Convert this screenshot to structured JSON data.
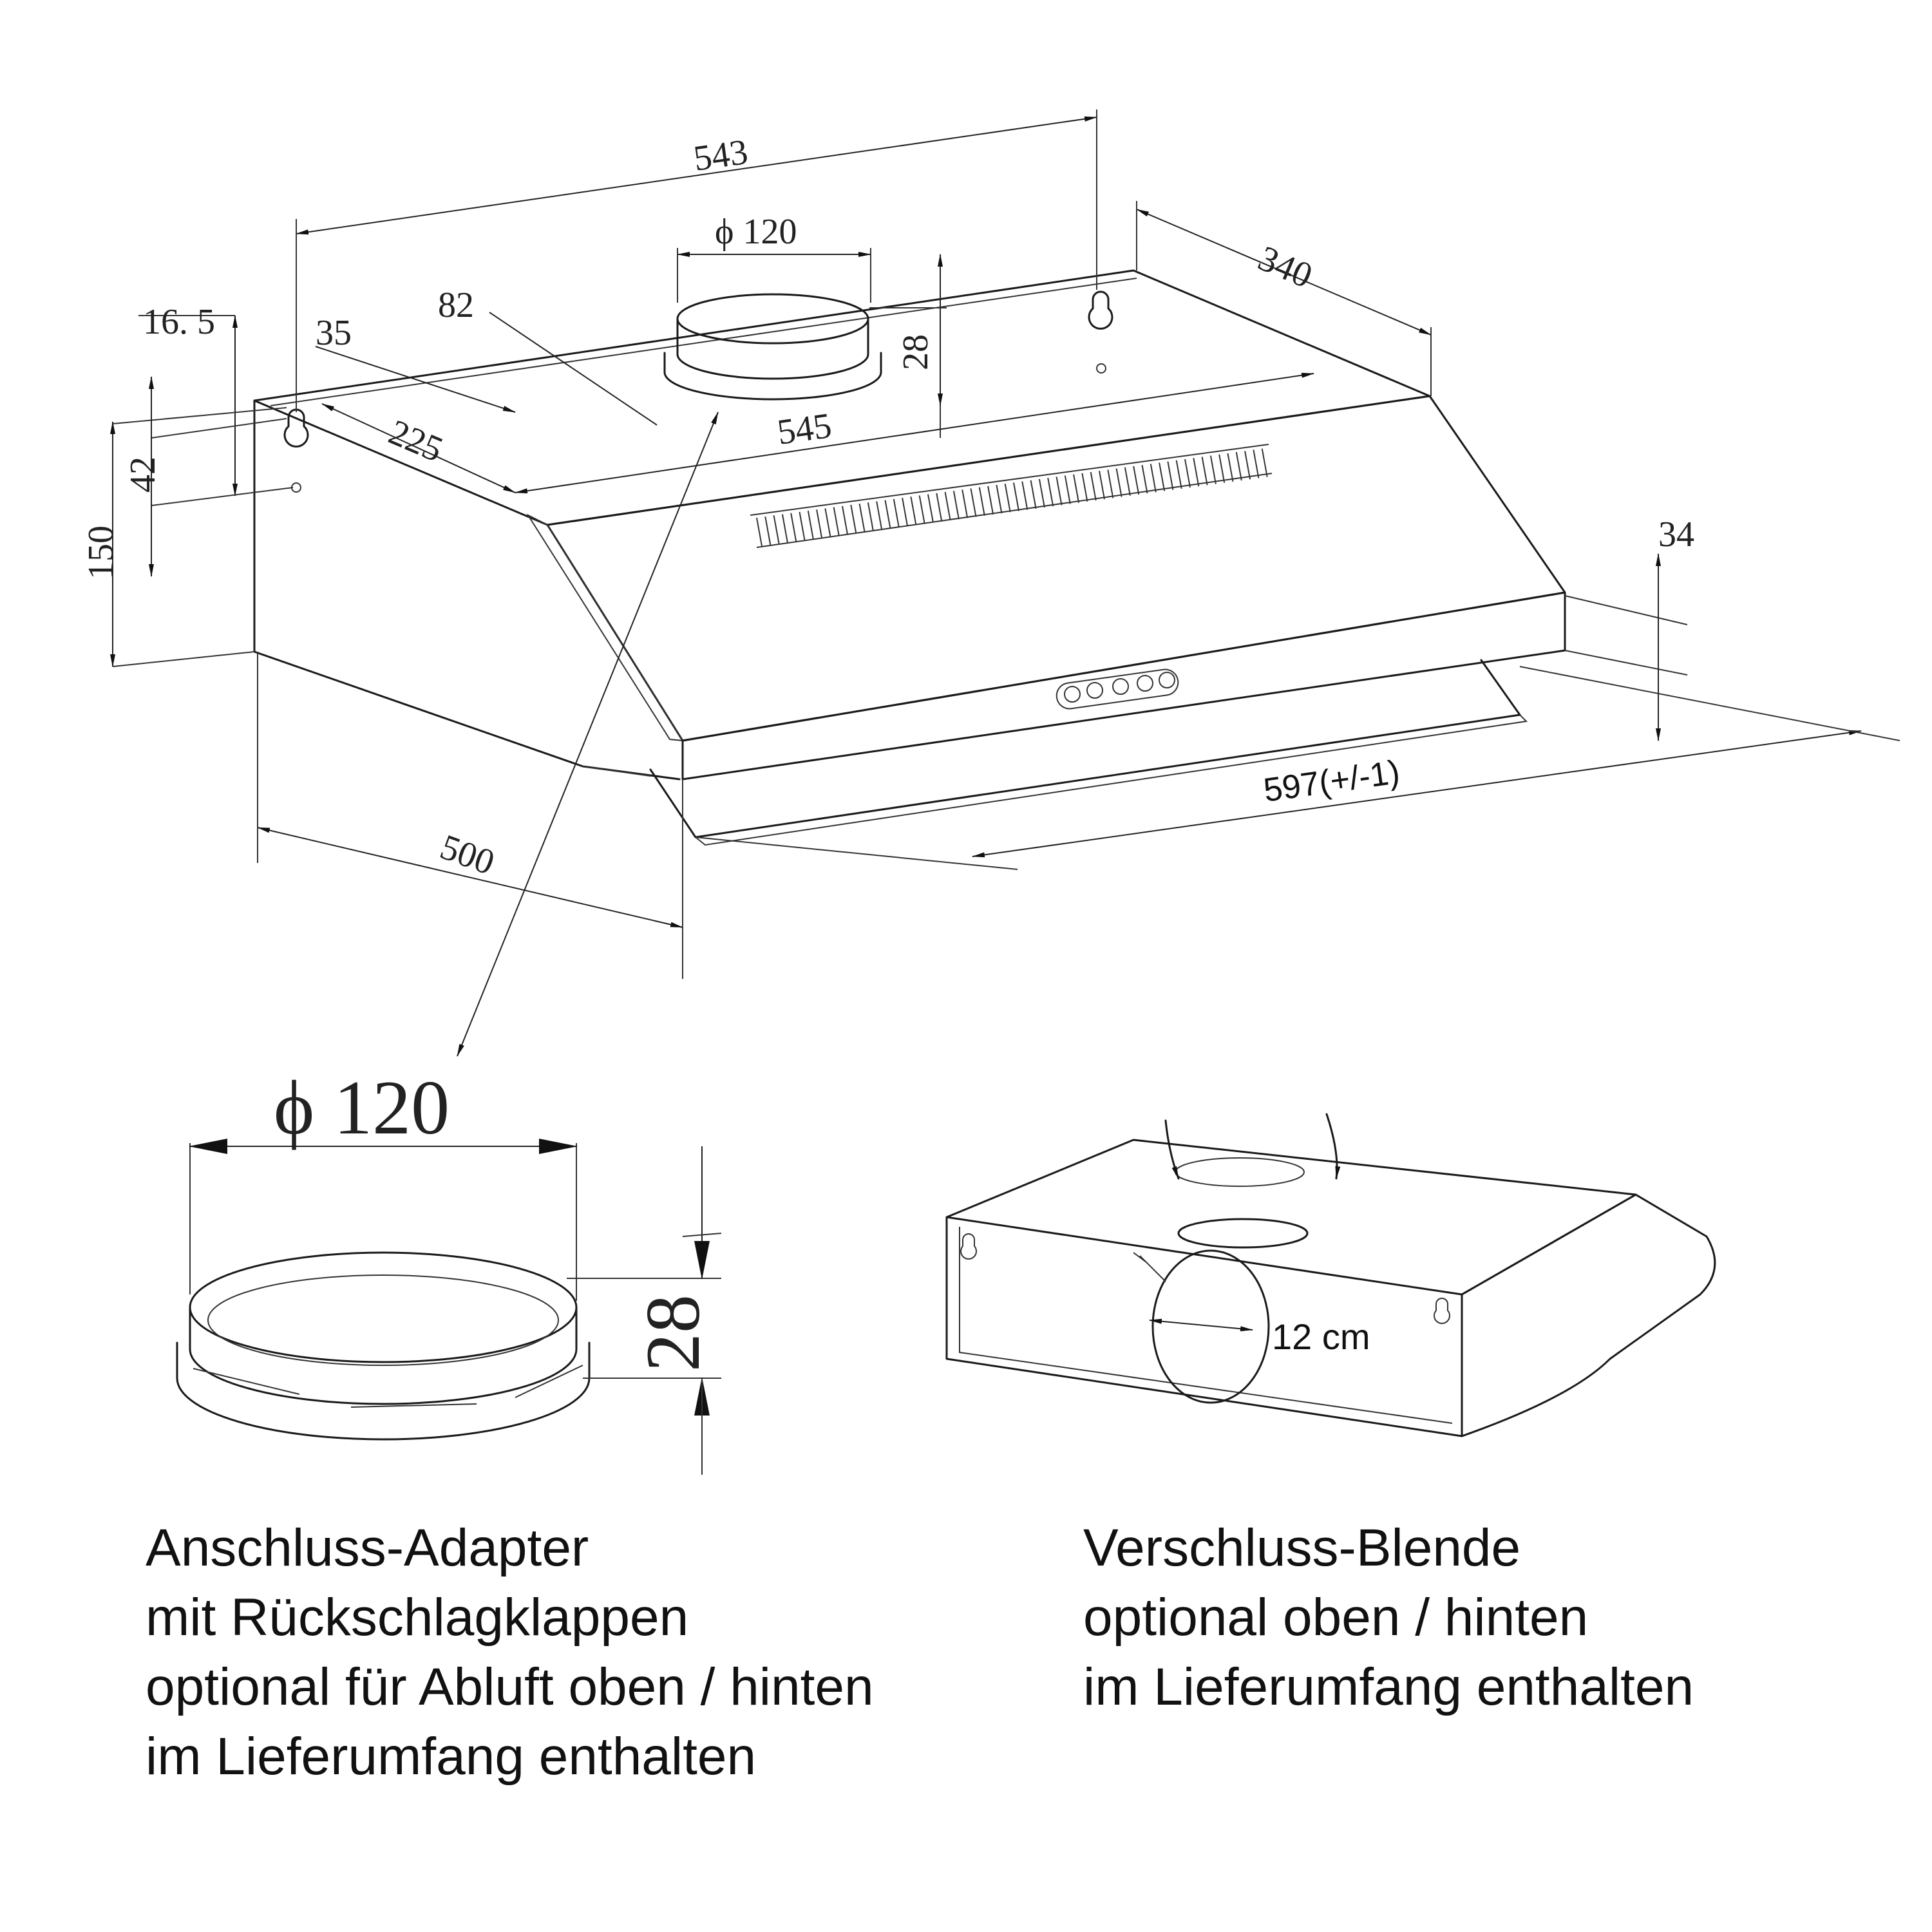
{
  "top_drawing": {
    "dims": {
      "width_top": "543",
      "duct_diameter": "ϕ 120",
      "depth_top": "340",
      "d_16_5": "16. 5",
      "d_35": "35",
      "d_82": "82",
      "d_28": "28",
      "d_225": "225",
      "d_545": "545",
      "d_42": "42",
      "height": "150",
      "d_34": "34",
      "width_front": "597(+/-1)",
      "depth": "500"
    }
  },
  "adapter_drawing": {
    "diameter": "ϕ 120",
    "height": "28"
  },
  "blende_drawing": {
    "opening": "12 cm"
  },
  "captions": {
    "adapter": [
      "Anschluss-Adapter",
      "mit Rückschlagklappen",
      "optional für Abluft oben / hinten",
      "im Lieferumfang enthalten"
    ],
    "blende": [
      "Verschluss-Blende",
      "optional oben / hinten",
      "im Lieferumfang enthalten"
    ]
  }
}
